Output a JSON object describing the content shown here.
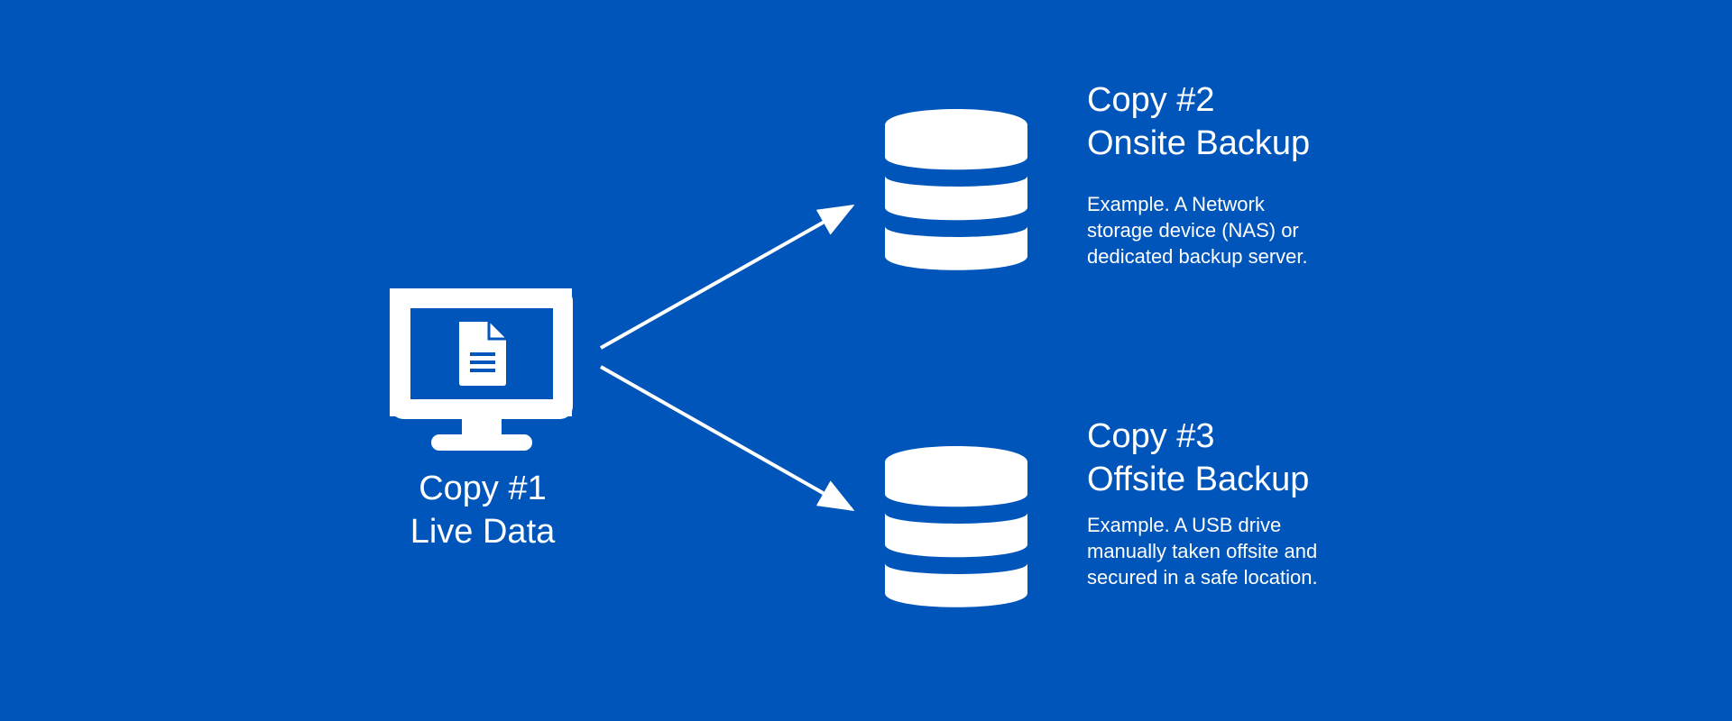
{
  "colors": {
    "background": "#0055bb",
    "foreground": "#ffffff"
  },
  "live_data": {
    "icon": "monitor-document-icon",
    "lines": [
      "Copy #1",
      "Live Data"
    ]
  },
  "onsite_backup": {
    "icon": "database-icon",
    "title_lines": [
      "Copy #2",
      "Onsite Backup"
    ],
    "description_lines": [
      "Example. A Network",
      "storage device (NAS) or",
      "dedicated backup server."
    ]
  },
  "offsite_backup": {
    "icon": "database-icon",
    "title_lines": [
      "Copy #3",
      "Offsite Backup"
    ],
    "description_lines": [
      "Example. A USB drive",
      "manually taken offsite and",
      "secured in a safe location."
    ]
  },
  "connectors": [
    {
      "from": "live_data",
      "to": "onsite_backup"
    },
    {
      "from": "live_data",
      "to": "offsite_backup"
    }
  ]
}
